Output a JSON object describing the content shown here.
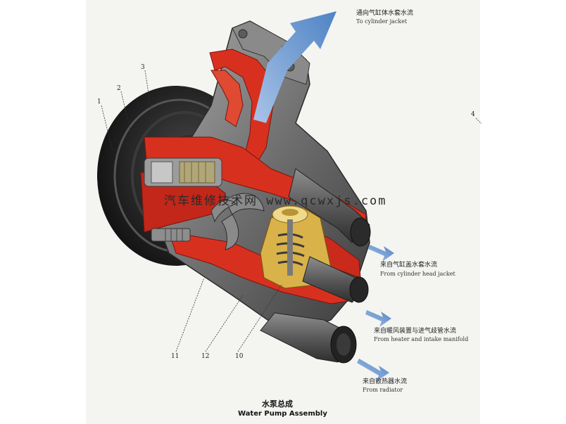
{
  "flows": {
    "to_jacket": {
      "cn": "通向气缸体水套水流",
      "en": "To cylinder jacket"
    },
    "from_head": {
      "cn": "来自气缸盖水套水流",
      "en": "From cylinder head jacket"
    },
    "from_heater": {
      "cn": "来自暖风装置与进气歧管水流",
      "en": "From heater and intake manifold"
    },
    "from_radiator": {
      "cn": "来自散热器水流",
      "en": "From radiator"
    }
  },
  "callouts": [
    "1",
    "2",
    "3",
    "4",
    "10",
    "11",
    "12"
  ],
  "watermark": "汽车维修技术网 www.qcwxjs.com",
  "caption": {
    "cn": "水泵总成",
    "en": "Water Pump Assembly"
  },
  "colors": {
    "cutaway_red": "#d8301f",
    "housing_gray": "#7a7a7a",
    "pulley_dark": "#262626",
    "flow_arrow": "#6b98cf",
    "thermostat_gold": "#d9b24a"
  }
}
